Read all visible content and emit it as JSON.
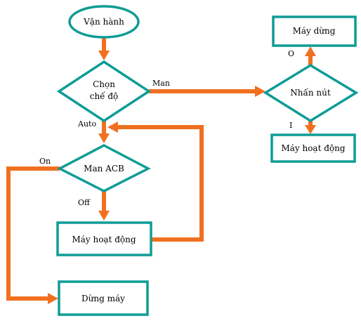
{
  "colors": {
    "node_border": "#0e9c96",
    "connector": "#f07020",
    "background": "#ffffff"
  },
  "nodes": {
    "start": "Vận hành",
    "choose_mode_line1": "Chọn",
    "choose_mode_line2": "chế độ",
    "man_acb": "Man ACB",
    "machine_running_left": "Máy hoạt động",
    "stop_machine": "Dừng máy",
    "press_button": "Nhấn nút",
    "machine_stop_right": "Máy dừng",
    "machine_running_right": "Máy hoạt động"
  },
  "edge_labels": {
    "man": "Man",
    "auto": "Auto",
    "on": "On",
    "off": "Off",
    "zero": "O",
    "one": "I"
  }
}
